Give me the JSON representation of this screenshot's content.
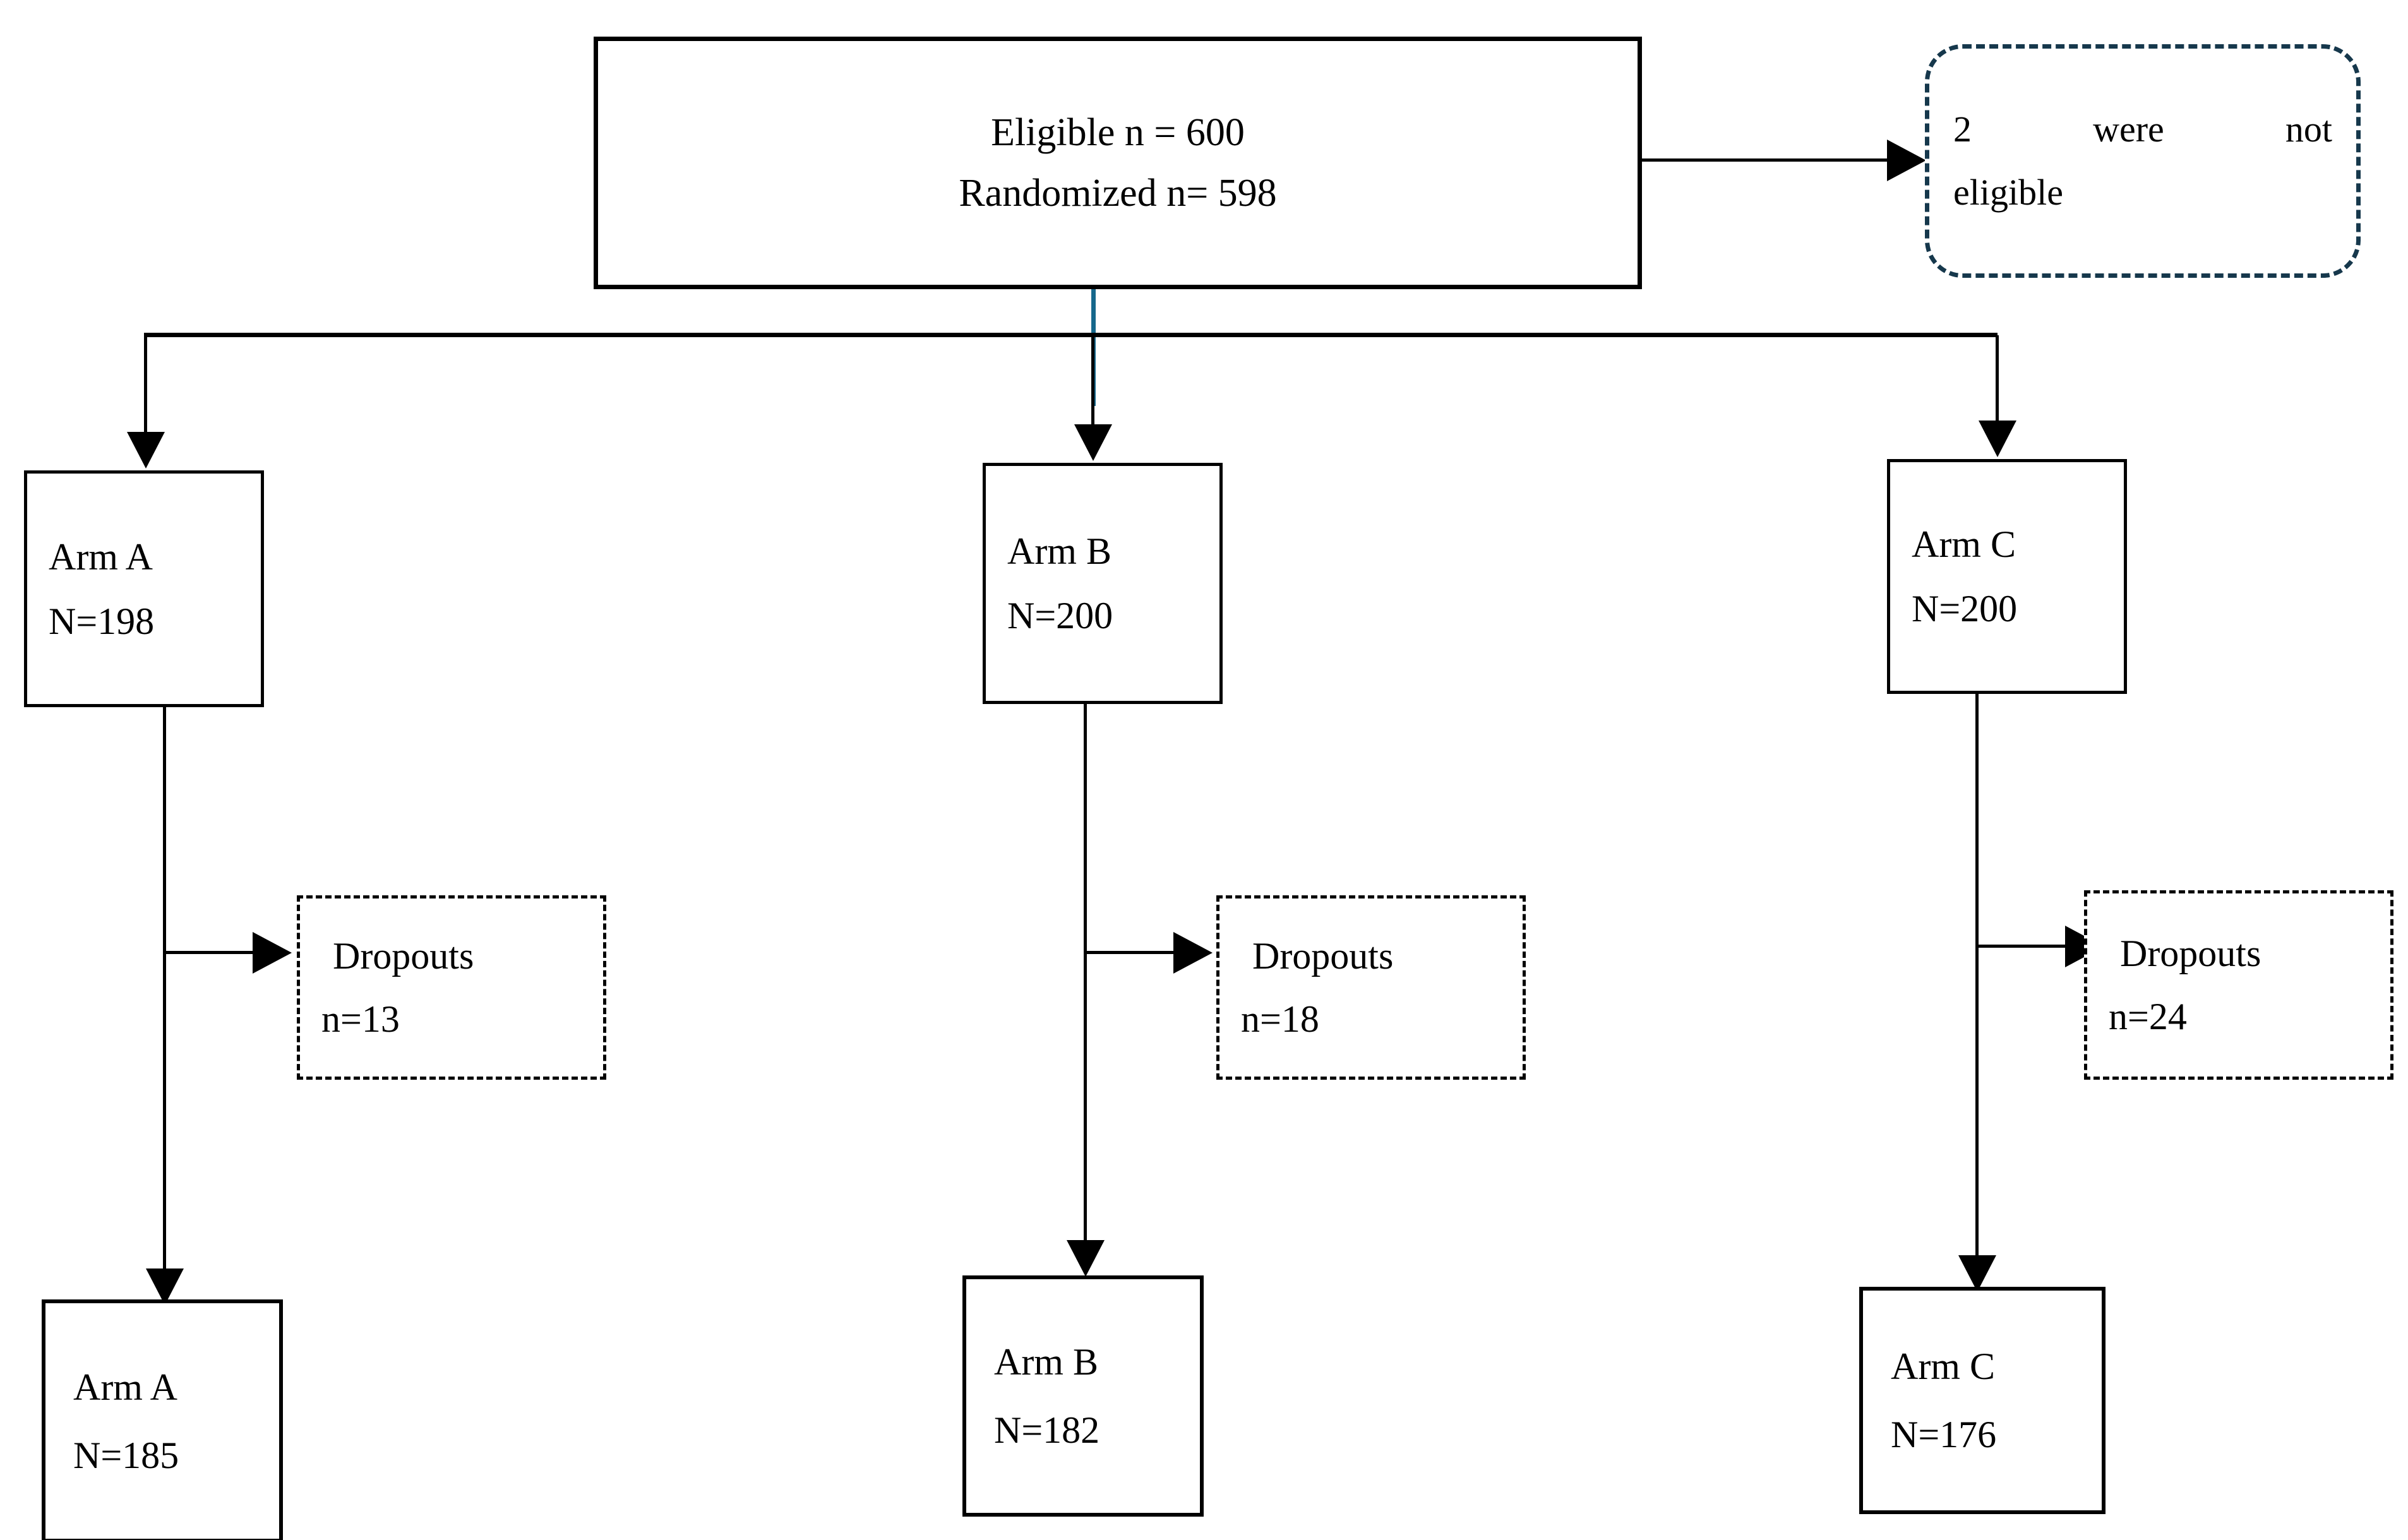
{
  "diagram": {
    "type": "consort-flow-diagram",
    "title": "Randomized trial participant flow",
    "colors": {
      "node_border": "#000000",
      "excluded_border": "#16384c",
      "stem": "#16688c",
      "background": "#ffffff",
      "text": "#000000"
    }
  },
  "nodes": {
    "enrollment": {
      "name": "eligible-randomized-box",
      "style": "solid-thick",
      "line1": "Eligible n = 600",
      "line2": "Randomized n= 598"
    },
    "not_eligible": {
      "name": "not-eligible-box",
      "style": "dashed-rounded-navy",
      "line1": "2    were    not",
      "line2": "eligible"
    },
    "arms": [
      {
        "id": "arm-a",
        "name": "arm-a-allocated-box",
        "style": "solid",
        "line1": "Arm A",
        "line2": "N=198"
      },
      {
        "id": "arm-b",
        "name": "arm-b-allocated-box",
        "style": "solid",
        "line1": "Arm B",
        "line2": "N=200"
      },
      {
        "id": "arm-c",
        "name": "arm-c-allocated-box",
        "style": "solid",
        "line1": "Arm C",
        "line2": "N=200"
      }
    ],
    "dropouts": [
      {
        "id": "dropouts-a",
        "name": "arm-a-dropouts-box",
        "style": "dashed",
        "line1": "Dropouts",
        "line2": "n=13"
      },
      {
        "id": "dropouts-b",
        "name": "arm-b-dropouts-box",
        "style": "dashed",
        "line1": "Dropouts",
        "line2": "n=18"
      },
      {
        "id": "dropouts-c",
        "name": "arm-c-dropouts-box",
        "style": "dashed",
        "line1": "Dropouts",
        "line2": "n=24"
      }
    ],
    "analyzed": [
      {
        "id": "arm-a-final",
        "name": "arm-a-analyzed-box",
        "style": "solid",
        "line1": "Arm A",
        "line2": "N=185"
      },
      {
        "id": "arm-b-final",
        "name": "arm-b-analyzed-box",
        "style": "solid",
        "line1": "Arm B",
        "line2": "N=182"
      },
      {
        "id": "arm-c-final",
        "name": "arm-c-analyzed-box",
        "style": "solid",
        "line1": "Arm C",
        "line2": "N=176"
      }
    ]
  },
  "chart_data": {
    "type": "diagram",
    "title": "Randomized trial participant flow",
    "stages": [
      {
        "stage": "Eligible",
        "n": 600
      },
      {
        "stage": "Randomized",
        "n": 598
      },
      {
        "stage": "Not eligible",
        "n": 2
      }
    ],
    "arms": [
      {
        "arm": "Arm A",
        "allocated": 198,
        "dropouts": 13,
        "analyzed": 185
      },
      {
        "arm": "Arm B",
        "allocated": 200,
        "dropouts": 18,
        "analyzed": 182
      },
      {
        "arm": "Arm C",
        "allocated": 200,
        "dropouts": 24,
        "analyzed": 176
      }
    ]
  }
}
